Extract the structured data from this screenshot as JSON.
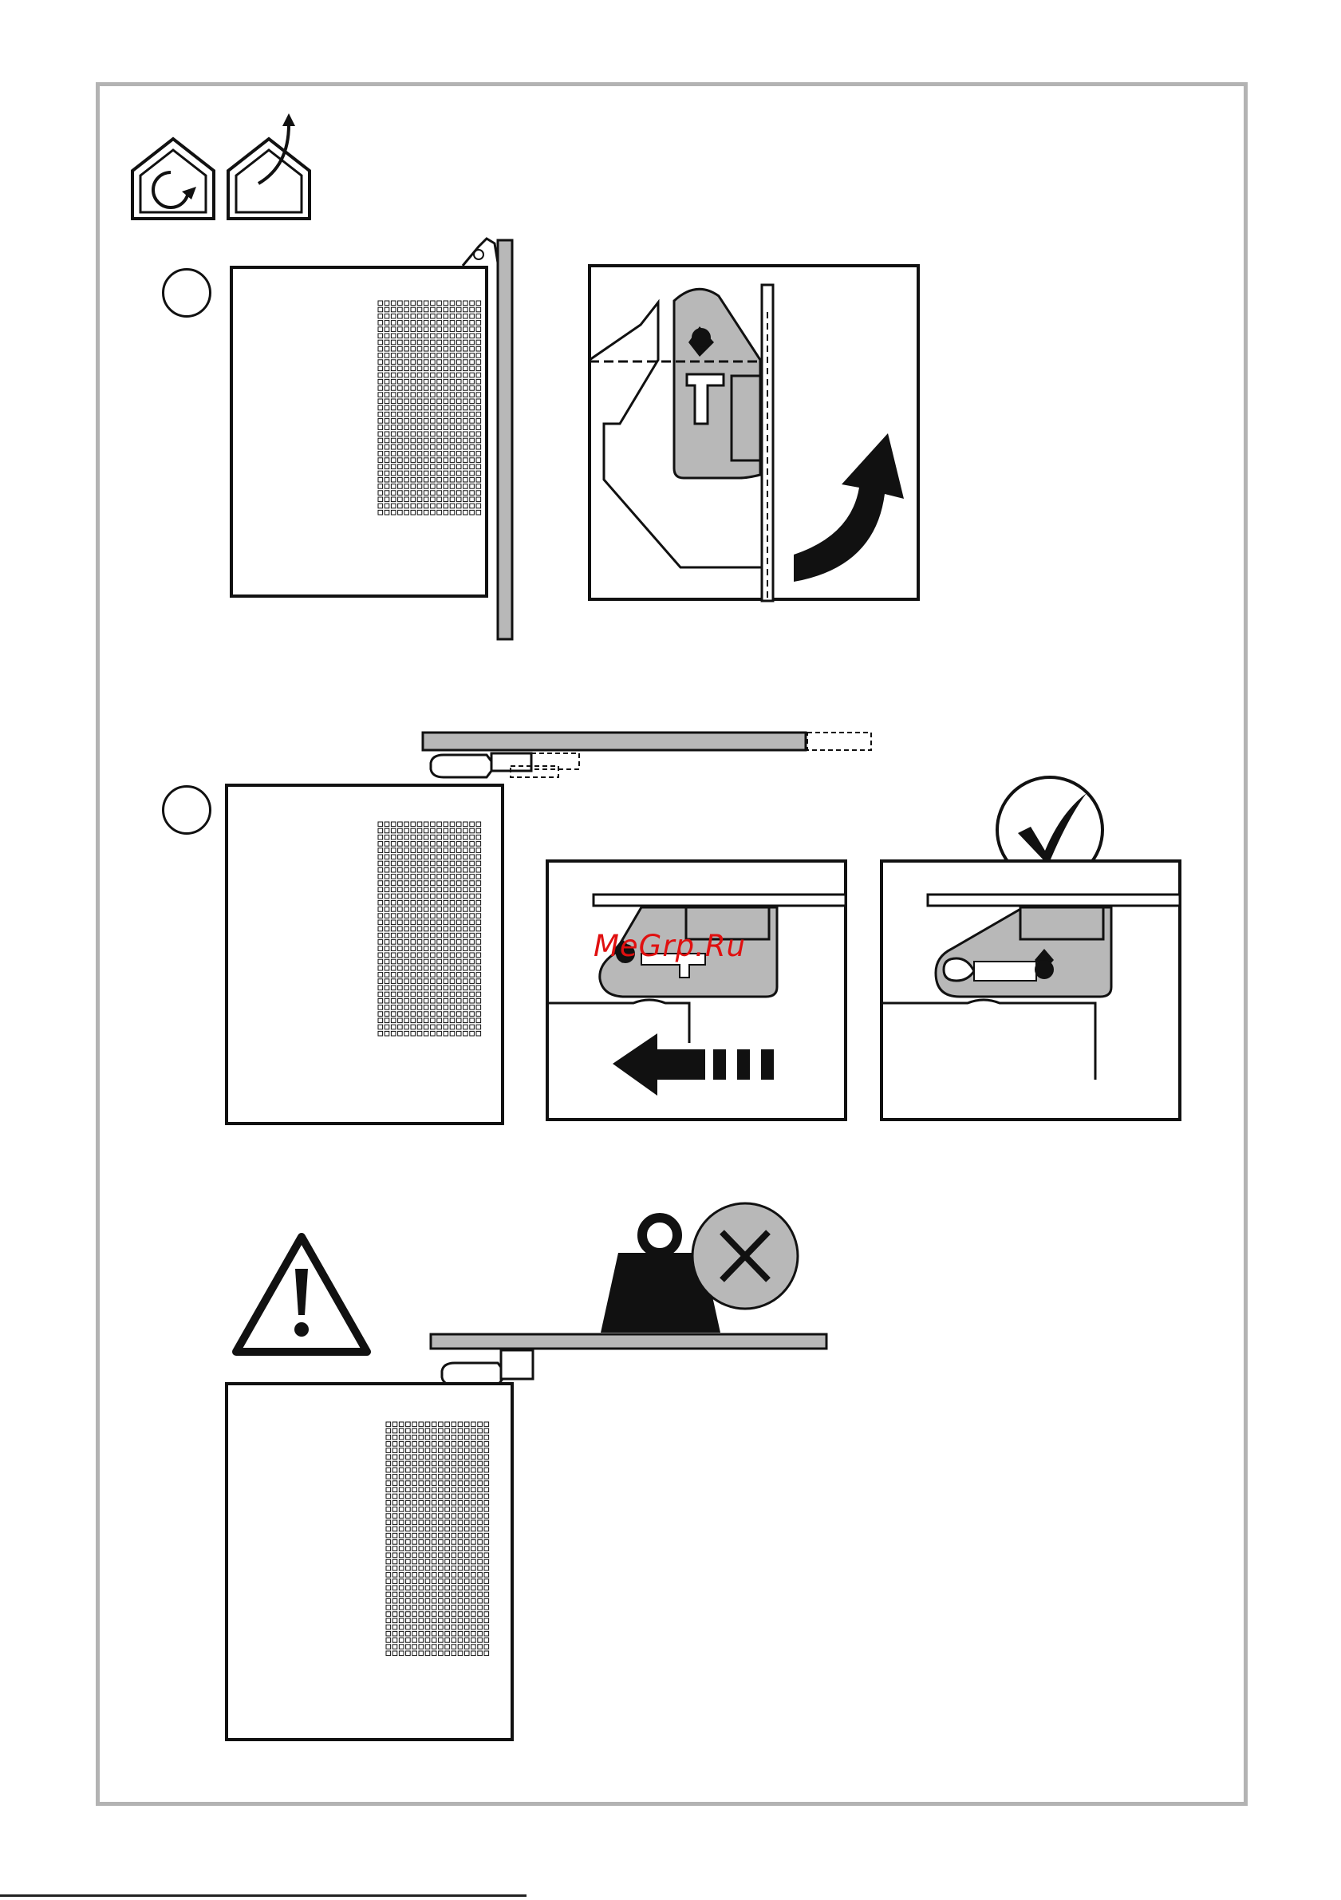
{
  "watermark": {
    "text": "MeGrp.Ru"
  },
  "icons": {
    "header": [
      "house-rotate-icon",
      "house-exit-arrow-icon"
    ],
    "warning": "warning-triangle-icon",
    "no_weight": "weight-prohibited-icon",
    "ok": "checkmark-icon",
    "arrow_left": "arrow-left-icon",
    "arrow_curved": "curved-arrow-up-icon"
  },
  "colors": {
    "frame": "#b3b3b3",
    "part_fill": "#b8b8b8",
    "ink": "#111111",
    "watermark": "#e01010"
  },
  "steps": [
    {
      "id": "step-1"
    },
    {
      "id": "step-2"
    },
    {
      "id": "step-warning"
    }
  ]
}
